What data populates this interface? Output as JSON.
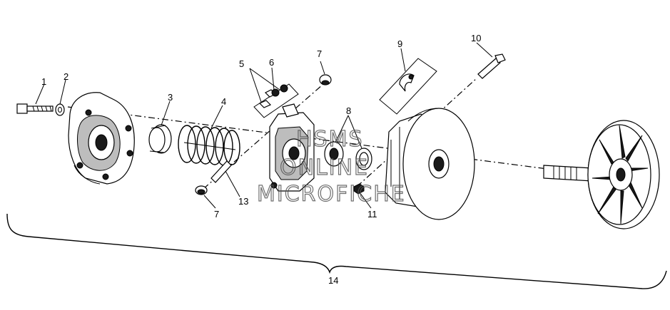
{
  "callouts": {
    "c1": "1",
    "c2": "2",
    "c3": "3",
    "c4": "4",
    "c5": "5",
    "c6": "6",
    "c7a": "7",
    "c7b": "7",
    "c8": "8",
    "c9": "9",
    "c10": "10",
    "c11": "11",
    "c13": "13",
    "c14": "14"
  },
  "watermark": {
    "line1": "HSMS",
    "line2": "ONLINE",
    "line3": "MICROFICHE"
  }
}
